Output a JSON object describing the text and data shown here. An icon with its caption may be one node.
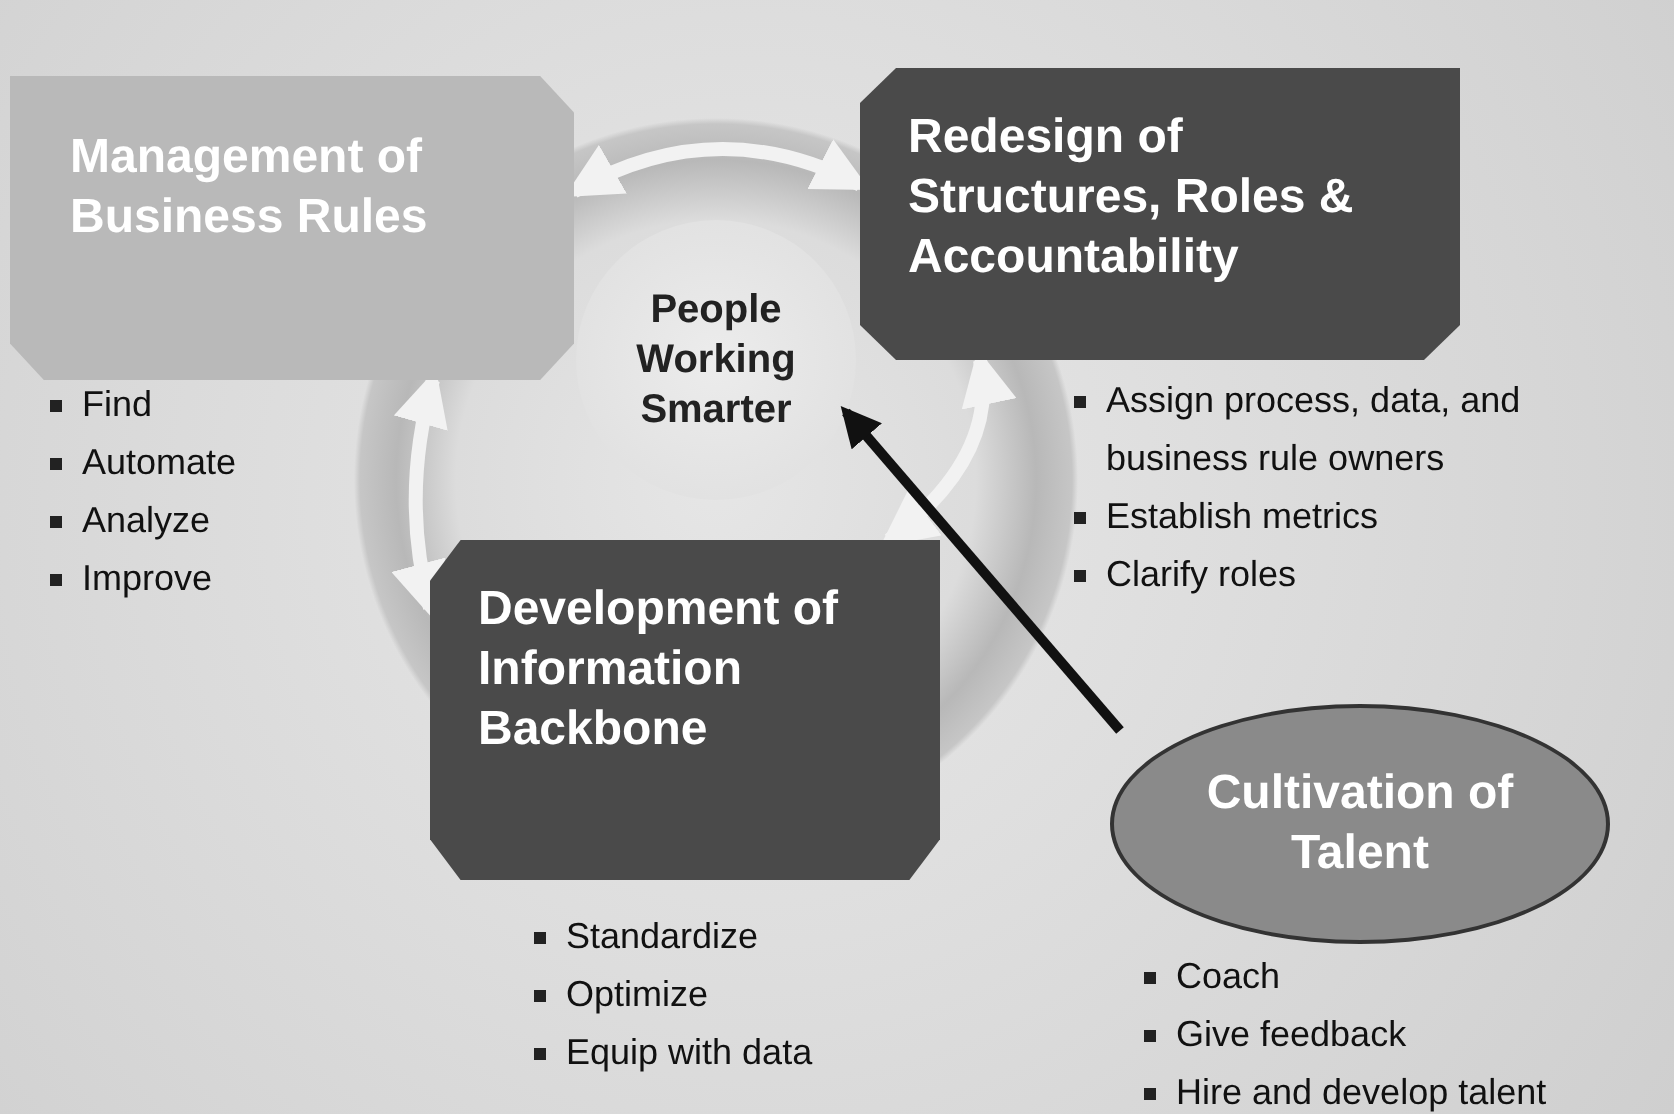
{
  "diagram": {
    "nodes": [
      {
        "text": [
          "Management of Business Rules"
        ],
        "beside": [
          "Find",
          "Automate",
          "Analyze",
          "Improve"
        ]
      },
      {
        "text": [
          "Redesign of Structures, Roles & Accountability"
        ],
        "beside": [
          "Assign process, data, and business rule owners",
          "Establish metrics",
          "Clarify roles"
        ]
      },
      {
        "text": [
          "People Working Smarter"
        ]
      },
      {
        "text": [
          "Development of Information Backbone"
        ],
        "beside": [
          "Standardize",
          "Optimize",
          "Equip with data"
        ]
      },
      {
        "text": [
          "Cultivation of Talent"
        ],
        "beside": [
          "Coach",
          "Give feedback",
          "Hire and develop talent"
        ]
      }
    ],
    "edges": [
      {
        "from": 0,
        "to": 1,
        "arrow": "both"
      },
      {
        "from": 1,
        "to": 3,
        "arrow": "both"
      },
      {
        "from": 3,
        "to": 0,
        "arrow": "both"
      },
      {
        "from": 4,
        "to": 2,
        "arrow": "to",
        "color": "#111111"
      }
    ]
  }
}
